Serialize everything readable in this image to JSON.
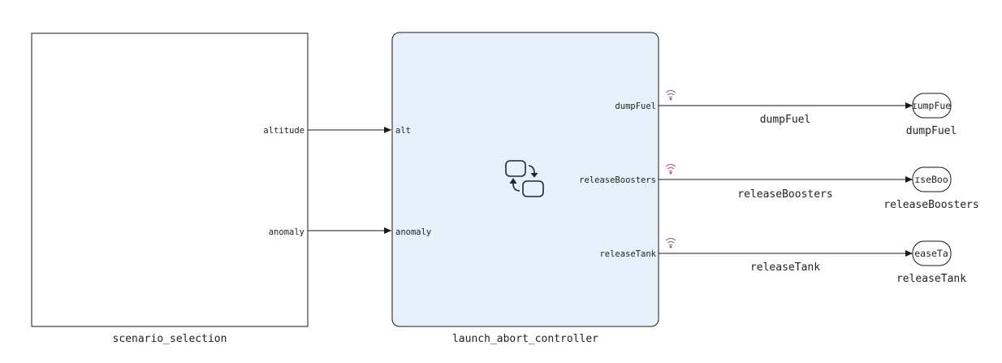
{
  "blocks": {
    "scenario": {
      "name": "scenario_selection",
      "out_ports": [
        "altitude",
        "anomaly"
      ]
    },
    "controller": {
      "name": "launch_abort_controller",
      "in_ports": [
        "alt",
        "anomaly"
      ],
      "out_ports": [
        "dumpFuel",
        "releaseBoosters",
        "releaseTank"
      ],
      "icon": "stateflow-chart-icon",
      "fill_color": "#e6f1fb"
    }
  },
  "signals": {
    "dumpFuel": "dumpFuel",
    "releaseBoosters": "releaseBoosters",
    "releaseTank": "releaseTank"
  },
  "outports": [
    {
      "inner": "ɪumpFue",
      "name": "dumpFuel"
    },
    {
      "inner": "ɪseBoo",
      "name": "releaseBoosters"
    },
    {
      "inner": "easeTa",
      "name": "releaseTank"
    }
  ],
  "colors": {
    "wire": "#1a1a1a",
    "logging_icon": "#a0507a"
  }
}
